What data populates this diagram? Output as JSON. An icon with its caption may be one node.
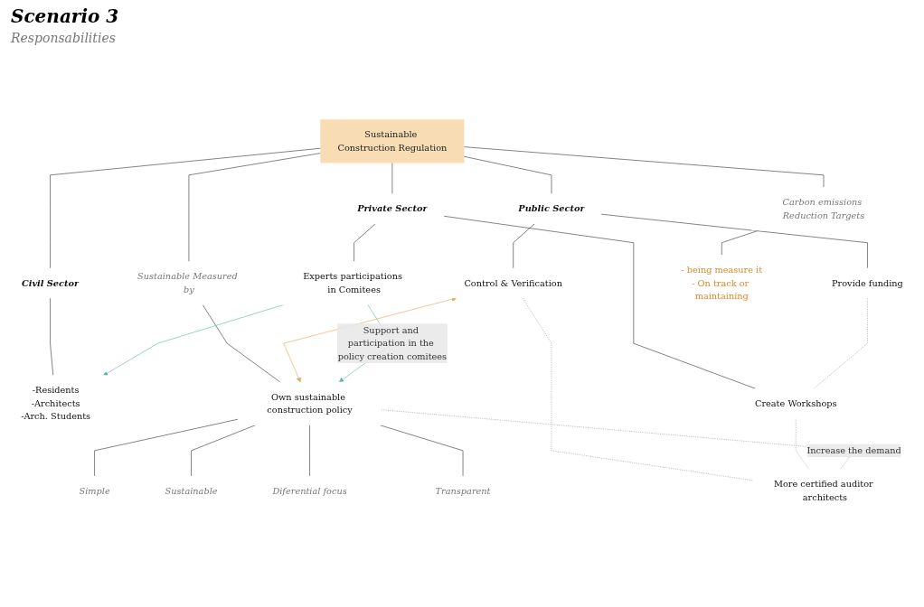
{
  "diagram": {
    "title": "Scenario 3",
    "nodes": [
      {
        "text": [
          "Sustainable Construction Regulation"
        ]
      },
      {
        "text": [
          "Carbon emissions Reduction Targets"
        ]
      },
      {
        "text": [
          "- being measure it",
          "- On track or maintaining"
        ]
      },
      {
        "text": [
          "Sustainable Measured by"
        ]
      },
      {
        "text": [
          "Own sustainable construction policy"
        ]
      },
      {
        "text": [
          "Simple"
        ]
      },
      {
        "text": [
          "Sustainable"
        ]
      },
      {
        "text": [
          "Diferential focus"
        ]
      },
      {
        "text": [
          "Transparent"
        ]
      },
      {
        "text": [
          "Civil Sector"
        ]
      },
      {
        "text": [
          "Public Sector"
        ]
      },
      {
        "text": [
          "Private Sector"
        ]
      },
      {
        "text": [
          "-Residents",
          "-Architects",
          "-Arch. Students"
        ]
      },
      {
        "text": [
          "Control & Verification"
        ]
      },
      {
        "text": [
          "Provide funding"
        ]
      },
      {
        "text": [
          "Experts participations in Comitees"
        ]
      },
      {
        "text": [
          "Create Workshops"
        ]
      },
      {
        "text": [
          "More certified auditor architects"
        ]
      }
    ],
    "edges": [
      {
        "from": 0,
        "to": 1,
        "arrow": "none"
      },
      {
        "from": 1,
        "to": 2,
        "arrow": "none"
      },
      {
        "from": 0,
        "to": 3,
        "arrow": "none"
      },
      {
        "from": 3,
        "to": 4,
        "arrow": "none"
      },
      {
        "from": 4,
        "to": 5,
        "arrow": "none"
      },
      {
        "from": 4,
        "to": 6,
        "arrow": "none"
      },
      {
        "from": 4,
        "to": 7,
        "arrow": "none"
      },
      {
        "from": 4,
        "to": 8,
        "arrow": "none"
      },
      {
        "from": 0,
        "to": 9,
        "arrow": "none"
      },
      {
        "from": 0,
        "to": 10,
        "arrow": "none"
      },
      {
        "from": 0,
        "to": 11,
        "arrow": "none"
      },
      {
        "from": 9,
        "to": 12,
        "arrow": "none"
      },
      {
        "from": 10,
        "to": 13,
        "arrow": "none"
      },
      {
        "from": 10,
        "to": 14,
        "arrow": "none"
      },
      {
        "from": 11,
        "to": 15,
        "arrow": "none"
      },
      {
        "from": 11,
        "to": 16,
        "arrow": "none"
      },
      {
        "from": 13,
        "to": 17,
        "arrow": "none",
        "style": "dashed",
        "color": "#999999"
      },
      {
        "from": 16,
        "to": 17,
        "arrow": "none",
        "style": "dashed",
        "color": "#999999"
      },
      {
        "from": 14,
        "to": 16,
        "arrow": "none",
        "style": "dashed",
        "color": "#999999"
      },
      {
        "from": 4,
        "to": 17,
        "arrow": "none",
        "label": "Increase the demand",
        "style": "dashed",
        "color": "#999999"
      },
      {
        "from": 13,
        "to": 4,
        "arrow": "both",
        "color": "#e8a54b"
      },
      {
        "from": 15,
        "to": 12,
        "arrow": "to",
        "color": "#5fb3ad"
      },
      {
        "from": 15,
        "to": 4,
        "arrow": "to",
        "label": "Support and participation in the policy creation comitees",
        "color": "#5fb3ad"
      }
    ],
    "labels": [
      "Responsabilities"
    ]
  }
}
